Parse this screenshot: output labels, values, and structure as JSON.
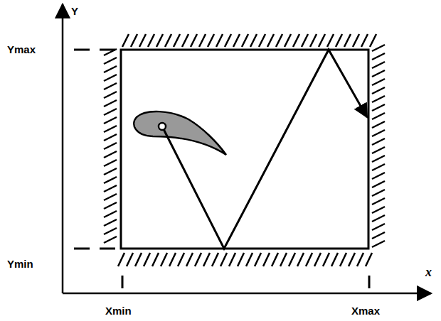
{
  "diagram": {
    "labels": [
      "Y",
      "Ymax",
      "Ymin",
      "x",
      "Xmin",
      "Xmax"
    ]
  }
}
